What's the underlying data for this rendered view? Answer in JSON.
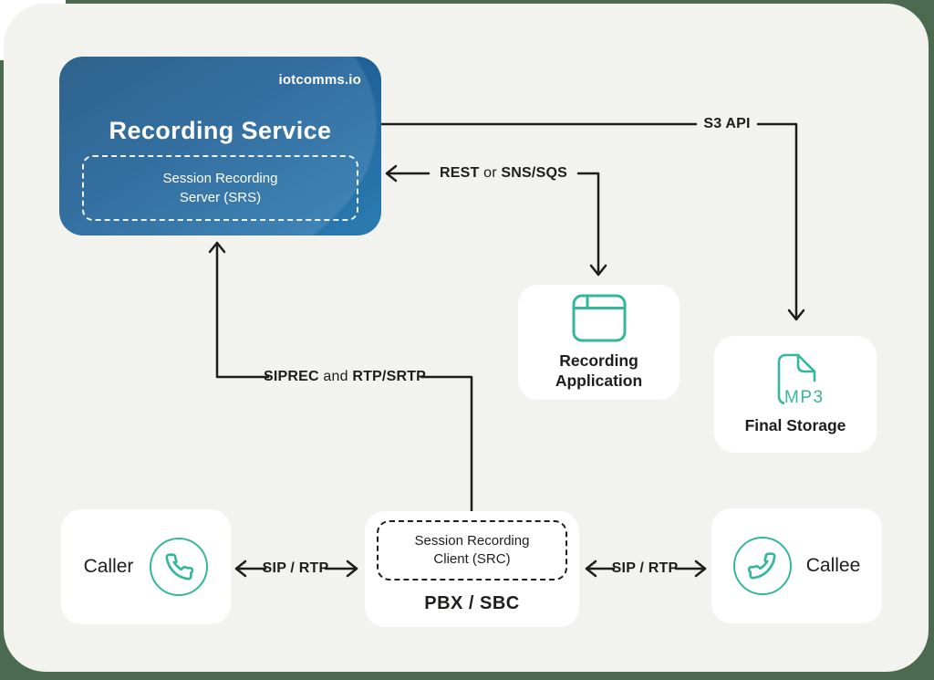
{
  "colors": {
    "teal": "#35b79b",
    "blue_dark": "#17527f",
    "blue_light": "#2b7cb2",
    "line": "#1d1d1b",
    "canvas_bg": "#f2f2ee",
    "page_bg": "#4b6a4f"
  },
  "service": {
    "brand": "iotcomms.io",
    "title": "Recording Service",
    "srs_line1": "Session Recording",
    "srs_line2": "Server (SRS)"
  },
  "connectors": {
    "s3": "S3 API",
    "rest_b1": "REST",
    "rest_mid": " or ",
    "rest_b2": "SNS/SQS",
    "siprec_b1": "SIPREC",
    "siprec_mid": " and ",
    "siprec_b2": "RTP/SRTP",
    "sip_left": "SIP / RTP",
    "sip_right": "SIP / RTP"
  },
  "nodes": {
    "app": {
      "line1": "Recording",
      "line2": "Application"
    },
    "storage": {
      "label": "Final Storage",
      "file": "MP3"
    },
    "caller": {
      "label": "Caller"
    },
    "pbx": {
      "src_line1": "Session Recording",
      "src_line2": "Client (SRC)",
      "label": "PBX / SBC"
    },
    "callee": {
      "label": "Callee"
    }
  }
}
